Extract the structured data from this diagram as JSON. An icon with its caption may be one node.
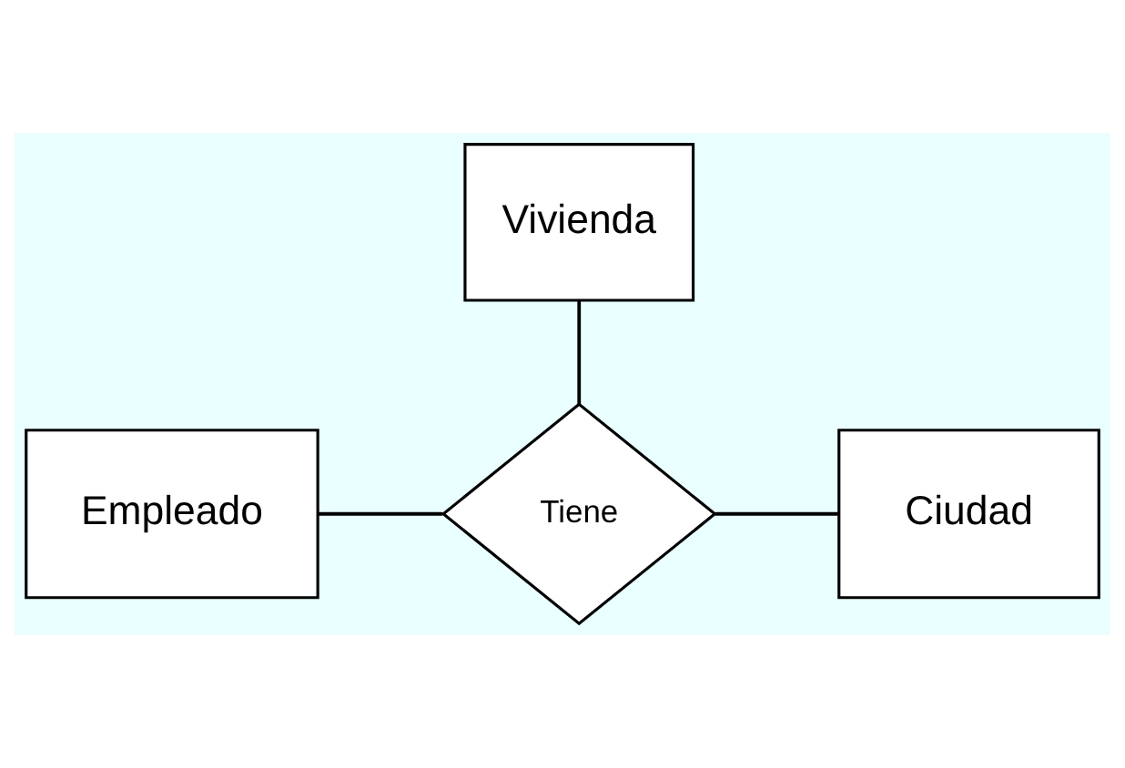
{
  "diagram": {
    "nodes": [
      {
        "text": [
          "Vivienda"
        ]
      },
      {
        "text": [
          "Empleado"
        ]
      },
      {
        "text": [
          "Tiene"
        ]
      },
      {
        "text": [
          "Ciudad"
        ]
      }
    ],
    "edges": [
      {
        "from": 0,
        "to": 2,
        "arrow": "none"
      },
      {
        "from": 1,
        "to": 2,
        "arrow": "none"
      },
      {
        "from": 2,
        "to": 3,
        "arrow": "none"
      }
    ]
  }
}
